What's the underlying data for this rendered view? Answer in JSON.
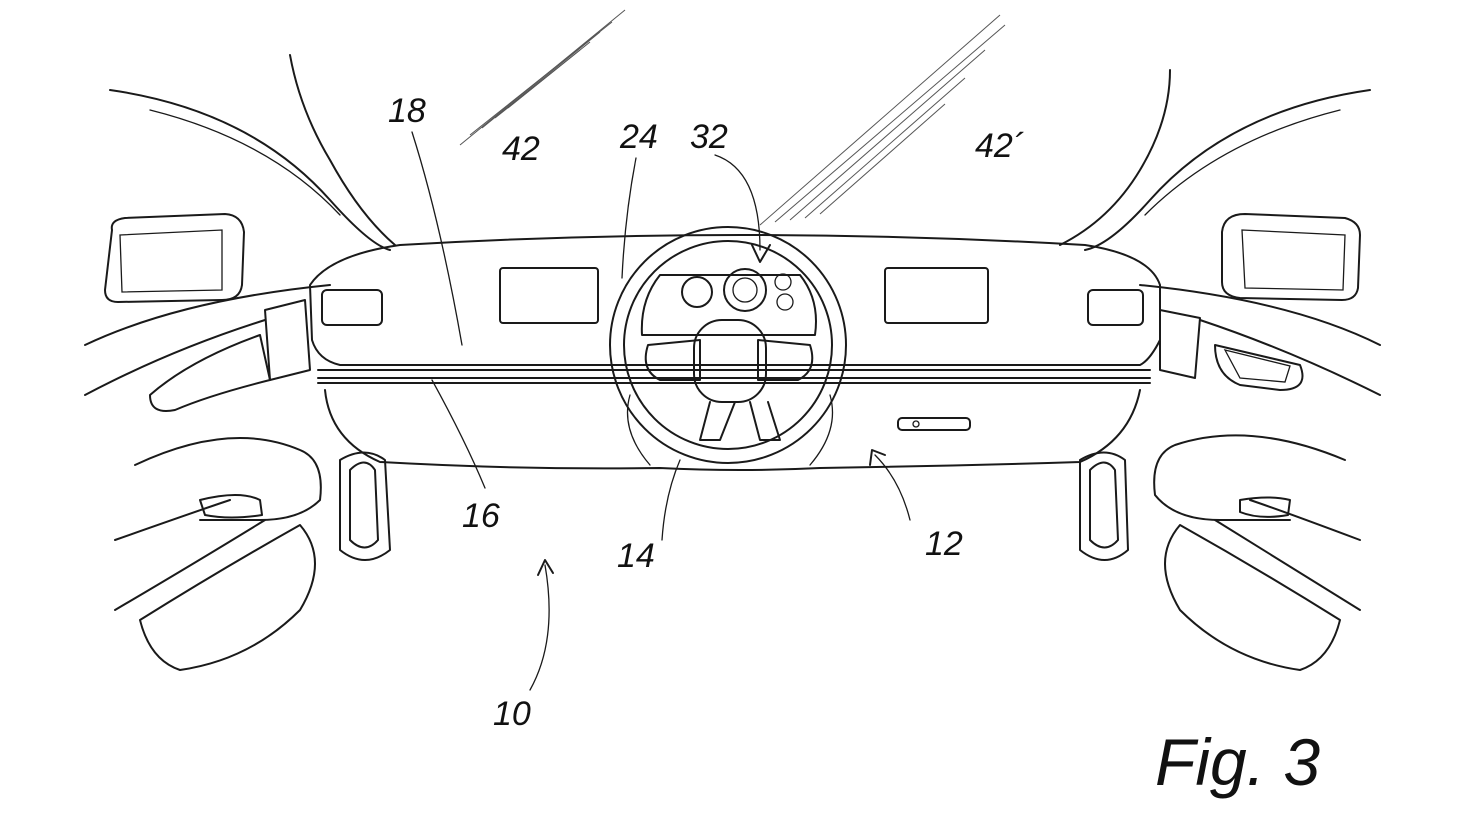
{
  "figure": {
    "caption": "Fig. 3"
  },
  "reference_numerals": {
    "vehicle": "10",
    "dashboard": "12",
    "steering_wheel": "14",
    "rail": "16",
    "upper_dash": "18",
    "dash_opening": "24",
    "instrument_cluster": "32",
    "display_left": "42",
    "display_right": "42´"
  }
}
